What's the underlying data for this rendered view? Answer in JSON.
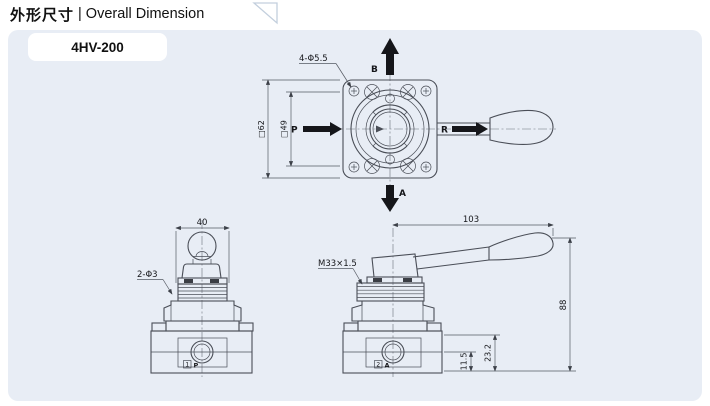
{
  "header": {
    "title_zh": "外形尺寸",
    "divider": "|",
    "title_en": "Overall Dimension"
  },
  "model_badge": "4HV-200",
  "top_view": {
    "hole_callout": "4-Φ5.5",
    "dim_outer_square": "□62",
    "dim_inner_square": "□49",
    "port_left": "P",
    "port_top": "B",
    "port_bottom": "A",
    "port_right": "R"
  },
  "front_view": {
    "dim_width": "40",
    "hole_callout": "2-Φ3",
    "port_box_number": "1",
    "port_letter": "P"
  },
  "side_view": {
    "dim_length": "103",
    "thread_callout": "M33×1.5",
    "dim_height": "88",
    "dim_step": "23.2",
    "dim_port_height": "11.5",
    "port_box_number": "2",
    "port_letter": "A"
  },
  "colors": {
    "panel_background": "#e8edf5",
    "line": "#4a4e57",
    "arrow": "#15161a",
    "text": "#15161a"
  }
}
